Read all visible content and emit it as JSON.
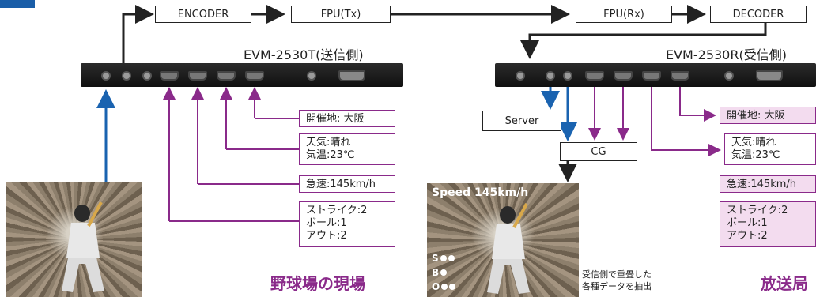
{
  "boxes": {
    "encoder": "ENCODER",
    "fpu_tx": "FPU(Tx)",
    "fpu_rx": "FPU(Rx)",
    "decoder": "DECODER",
    "server": "Server",
    "cg": "CG"
  },
  "devices": {
    "tx_label": "EVM-2530T(送信側)",
    "rx_label": "EVM-2530R(受信側)"
  },
  "data_boxes": {
    "venue": "開催地: 大阪",
    "weather": "天気:晴れ\n気温:23℃",
    "speed": "急速:145km/h",
    "count": "ストライク:2\nボール:1\nアウト:2"
  },
  "titles": {
    "left": "野球場の現場",
    "right": "放送局"
  },
  "overlay": {
    "speed": "Speed 145km/h",
    "s": "S",
    "b": "B",
    "o": "O"
  },
  "note": "受信側で重畳した\n各種データを抽出",
  "colors": {
    "video": "#1a63b0",
    "data": "#8a2a8a",
    "data_fill": "#f3dcef",
    "line": "#222222"
  }
}
